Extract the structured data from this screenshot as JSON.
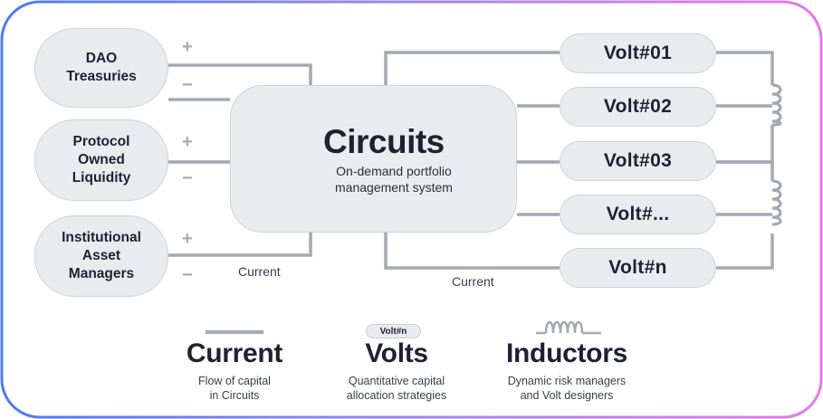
{
  "colors": {
    "border_start": "#4a7cf0",
    "border_end": "#e47ae8",
    "node_fill": "#e9ebef",
    "wire": "#a6a9b0",
    "text": "#1f2133"
  },
  "sources": [
    {
      "label": "DAO\nTreasuries",
      "plus": "+",
      "minus": "−"
    },
    {
      "label": "Protocol\nOwned\nLiquidity",
      "plus": "+",
      "minus": "−"
    },
    {
      "label": "Institutional\nAsset\nManagers",
      "plus": "+",
      "minus": "−"
    }
  ],
  "center": {
    "title": "Circuits",
    "subtitle": "On-demand portfolio\nmanagement system",
    "icon": "lightning-bolt-icon"
  },
  "volts": [
    "Volt#01",
    "Volt#02",
    "Volt#03",
    "Volt#...",
    "Volt#n"
  ],
  "current_labels": {
    "left": "Current",
    "right": "Current"
  },
  "legend": [
    {
      "title": "Current",
      "desc": "Flow of capital\nin Circuits",
      "icon": "wire-icon"
    },
    {
      "title": "Volts",
      "desc": "Quantitative capital\nallocation strategies",
      "icon": "volt-pill-icon",
      "pill": "Volt#n"
    },
    {
      "title": "Inductors",
      "desc": "Dynamic risk managers\nand Volt designers",
      "icon": "inductor-coil-icon"
    }
  ]
}
